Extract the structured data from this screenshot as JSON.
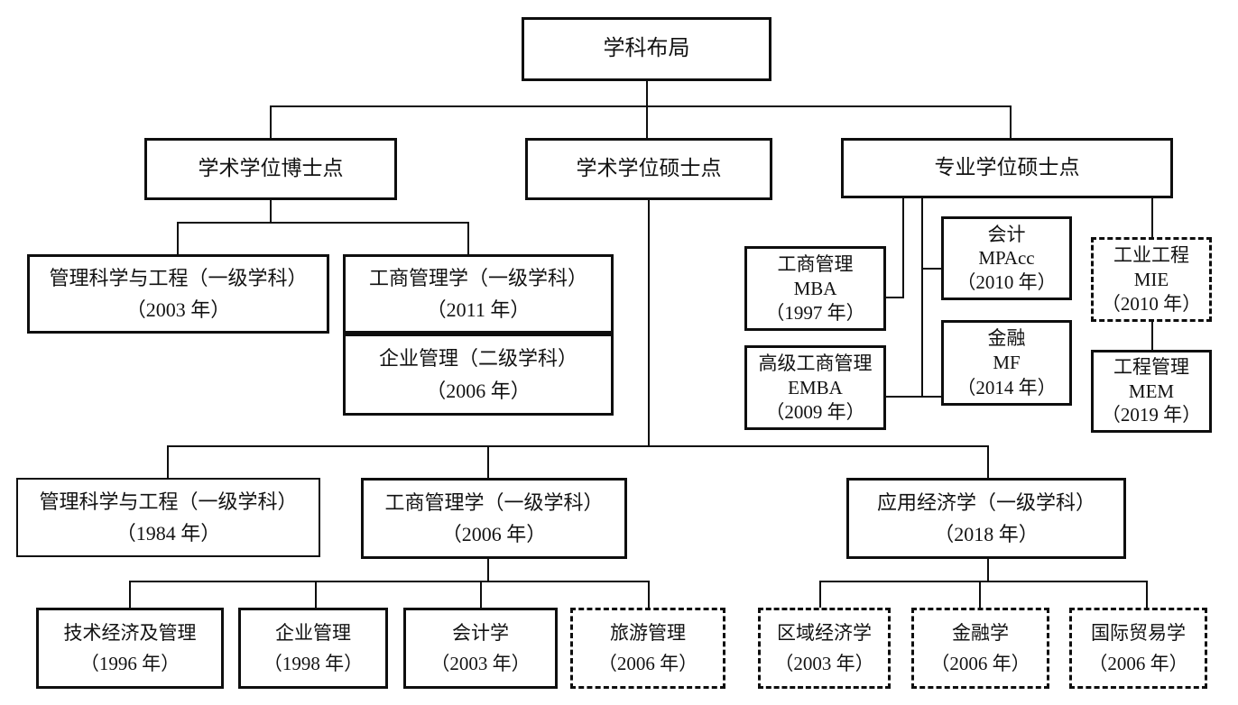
{
  "diagram": {
    "title": "学科布局",
    "line_color": "#0e0e0e",
    "background_color": "#ffffff"
  },
  "nodes": {
    "root": {
      "label": "学科布局"
    },
    "phd_branch": {
      "label": "学术学位博士点"
    },
    "acad_master_branch": {
      "label": "学术学位硕士点"
    },
    "prof_master_branch": {
      "label": "专业学位硕士点"
    },
    "mse_2003": {
      "lines": [
        "管理科学与工程（一级学科）",
        "（2003 年）"
      ]
    },
    "ba_2011": {
      "lines": [
        "工商管理学（一级学科）",
        "（2011 年）"
      ]
    },
    "em_2006": {
      "lines": [
        "企业管理（二级学科）",
        "（2006 年）"
      ]
    },
    "mba": {
      "lines": [
        "工商管理",
        "MBA",
        "（1997 年）"
      ]
    },
    "emba": {
      "lines": [
        "高级工商管理",
        "EMBA",
        "（2009 年）"
      ]
    },
    "mpacc": {
      "lines": [
        "会计",
        "MPAcc",
        "（2010 年）"
      ]
    },
    "mf": {
      "lines": [
        "金融",
        "MF",
        "（2014 年）"
      ]
    },
    "mie": {
      "lines": [
        "工业工程",
        "MIE",
        "（2010 年）"
      ]
    },
    "mem": {
      "lines": [
        "工程管理",
        "MEM",
        "（2019 年）"
      ]
    },
    "mse_1984": {
      "lines": [
        "管理科学与工程（一级学科）",
        "（1984 年）"
      ]
    },
    "ba_2006": {
      "lines": [
        "工商管理学（一级学科）",
        "（2006 年）"
      ]
    },
    "econ_2018": {
      "lines": [
        "应用经济学（一级学科）",
        "（2018 年）"
      ]
    },
    "tech_econ_1996": {
      "lines": [
        "技术经济及管理",
        "（1996 年）"
      ]
    },
    "ent_mgmt_1998": {
      "lines": [
        "企业管理",
        "（1998 年）"
      ]
    },
    "accounting_2003": {
      "lines": [
        "会计学",
        "（2003 年）"
      ]
    },
    "tourism_2006": {
      "lines": [
        "旅游管理",
        "（2006 年）"
      ]
    },
    "regional_econ_2003": {
      "lines": [
        "区域经济学",
        "（2003 年）"
      ]
    },
    "finance_2006": {
      "lines": [
        "金融学",
        "（2006 年）"
      ]
    },
    "intl_trade_2006": {
      "lines": [
        "国际贸易学",
        "（2006 年）"
      ]
    }
  }
}
